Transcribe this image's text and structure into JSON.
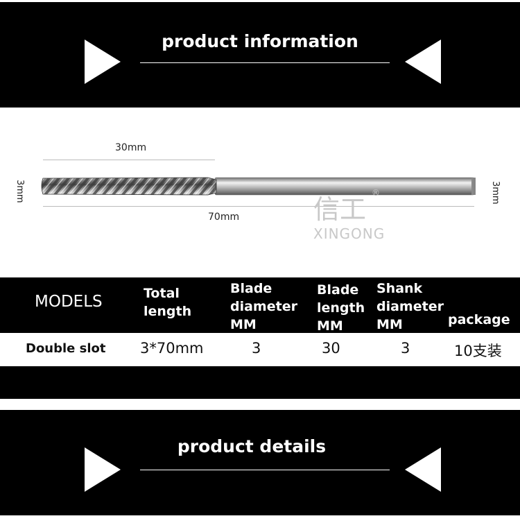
{
  "banner_top": {
    "title": "product information"
  },
  "dimensions": {
    "blade_length": "30mm",
    "total_length": "70mm",
    "left_diameter": "3mm",
    "right_diameter": "3mm"
  },
  "watermark": {
    "chinese": "信工",
    "latin": "XINGONG",
    "registered": "®"
  },
  "table": {
    "headers": {
      "models": "MODELS",
      "total_length": [
        "Total",
        "length"
      ],
      "blade_diameter": [
        "Blade",
        "diameter",
        "MM"
      ],
      "blade_length": [
        "Blade",
        "length",
        "MM"
      ],
      "shank_diameter": [
        "Shank",
        "diameter",
        "MM"
      ],
      "package": "package"
    },
    "row": {
      "model": "Double slot",
      "total_length": "3*70mm",
      "blade_diameter": "3",
      "blade_length": "30",
      "shank_diameter": "3",
      "package": "10支装"
    }
  },
  "banner_bottom": {
    "title": "product details"
  }
}
